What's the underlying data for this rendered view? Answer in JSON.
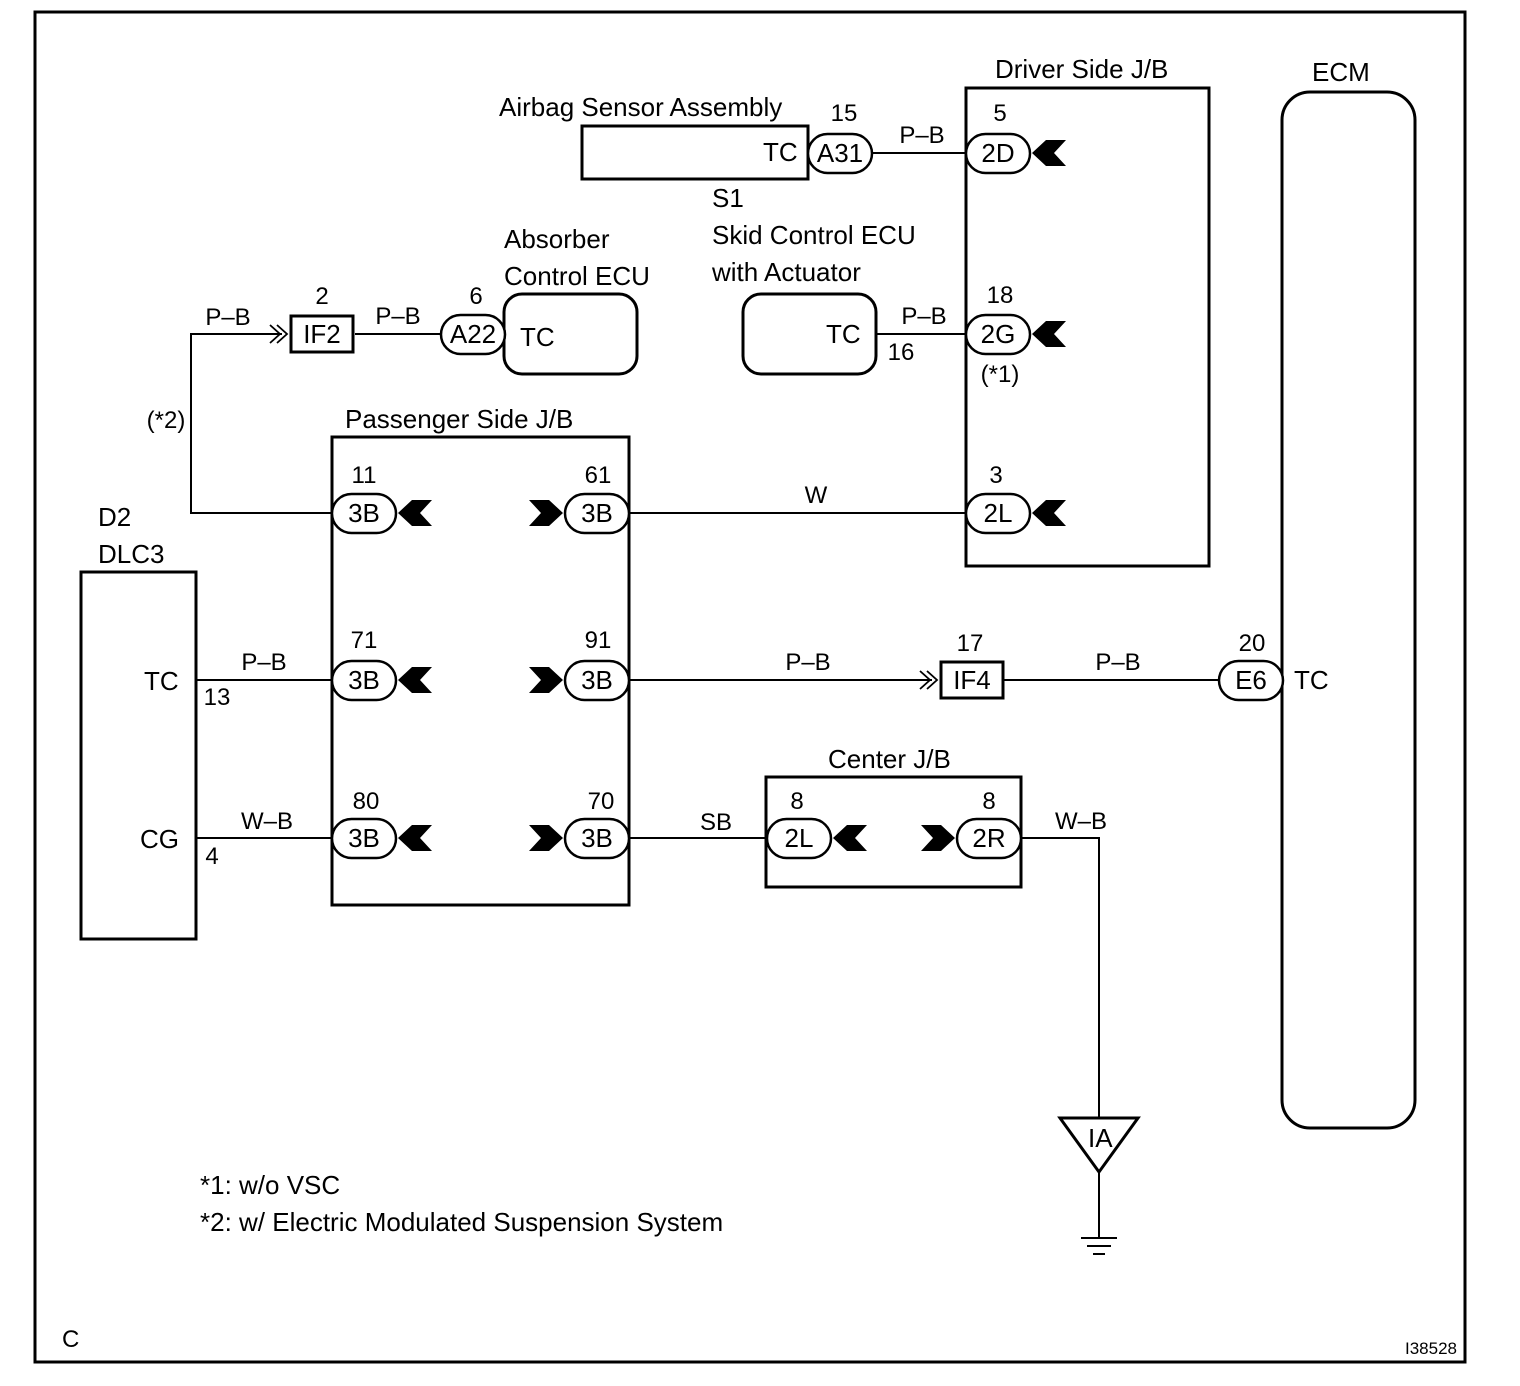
{
  "components": {
    "airbag": {
      "name": "Airbag Sensor Assembly",
      "terminal": "TC"
    },
    "driver_jb": {
      "name": "Driver Side J/B"
    },
    "ecm": {
      "name": "ECM",
      "terminal": "TC"
    },
    "skid": {
      "id": "S1",
      "name_line1": "Skid Control ECU",
      "name_line2": "with Actuator",
      "terminal": "TC"
    },
    "absorber": {
      "name_line1": "Absorber",
      "name_line2": "Control ECU",
      "terminal": "TC"
    },
    "passenger_jb": {
      "name": "Passenger Side J/B"
    },
    "dlc3": {
      "id": "D2",
      "name": "DLC3",
      "terminal_tc": "TC",
      "terminal_cg": "CG"
    },
    "center_jb": {
      "name": "Center J/B"
    },
    "ground": {
      "label": "IA"
    }
  },
  "connectors": {
    "a31": {
      "code": "A31",
      "pin": "15"
    },
    "d2d": {
      "code": "2D",
      "pin": "5"
    },
    "d2g": {
      "code": "2G",
      "pin": "18",
      "note": "(*1)"
    },
    "d2l": {
      "code": "2L",
      "pin": "3"
    },
    "skid_pin": {
      "pin": "16"
    },
    "a22": {
      "code": "A22",
      "pin": "6"
    },
    "if2": {
      "code": "IF2",
      "pin": "2"
    },
    "p11": {
      "code": "3B",
      "pin": "11"
    },
    "p61": {
      "code": "3B",
      "pin": "61"
    },
    "p71": {
      "code": "3B",
      "pin": "71"
    },
    "p91": {
      "code": "3B",
      "pin": "91"
    },
    "p80": {
      "code": "3B",
      "pin": "80"
    },
    "p70": {
      "code": "3B",
      "pin": "70"
    },
    "if4": {
      "code": "IF4",
      "pin": "17"
    },
    "e6": {
      "code": "E6",
      "pin": "20"
    },
    "c2l": {
      "code": "2L",
      "pin": "8"
    },
    "c2r": {
      "code": "2R",
      "pin": "8"
    },
    "dlc_tc_pin": {
      "pin": "13"
    },
    "dlc_cg_pin": {
      "pin": "4"
    }
  },
  "wires": {
    "w_airbag": "P–B",
    "w_skid": "P–B",
    "w_if2_left": "P–B",
    "w_if2_right": "P–B",
    "w_pass_driver": "W",
    "w_dlc_tc": "P–B",
    "w_pass_if4": "P–B",
    "w_if4_ecm": "P–B",
    "w_dlc_cg": "W–B",
    "w_pass_center": "SB",
    "w_center_ground": "W–B",
    "note_star2": "(*2)"
  },
  "notes": {
    "n1": "*1: w/o VSC",
    "n2": "*2: w/ Electric Modulated Suspension System"
  },
  "footer": {
    "corner": "C",
    "code": "I38528"
  }
}
